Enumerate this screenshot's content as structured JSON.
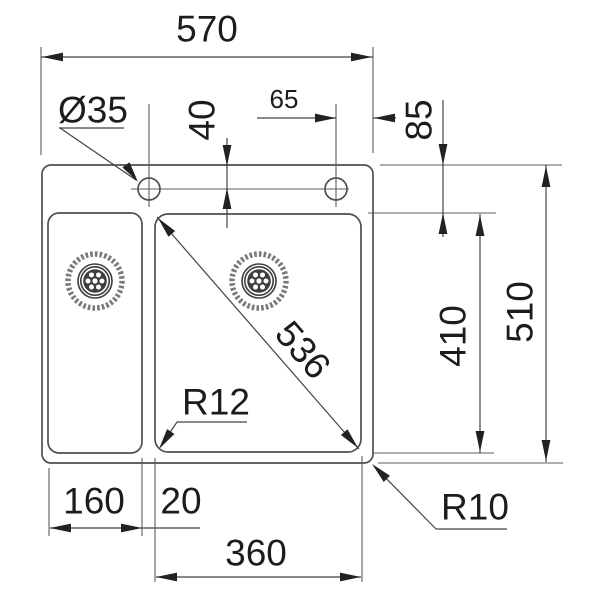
{
  "drawing": {
    "kind": "technical dimension drawing",
    "subject": "Kitchen sink with main bowl and half bowl, top view with installation dimensions",
    "units": "mm",
    "background_color": "#ffffff",
    "line_color": "#4f4f4f",
    "text_color": "#1c1c1c",
    "labels": {
      "overall_width": "570",
      "tap_hole_diameter": "Ø35",
      "tap_hole_setback": "40",
      "tap_hole_to_right_edge": "65",
      "rim_to_bowl_top": "85",
      "overall_depth": "510",
      "bowl_length": "410",
      "bowl_diagonal": "536",
      "bowl_corner_radius": "R12",
      "outer_corner_radius": "R10",
      "half_bowl_width": "160",
      "bowl_gap": "20",
      "main_bowl_width": "360"
    }
  }
}
